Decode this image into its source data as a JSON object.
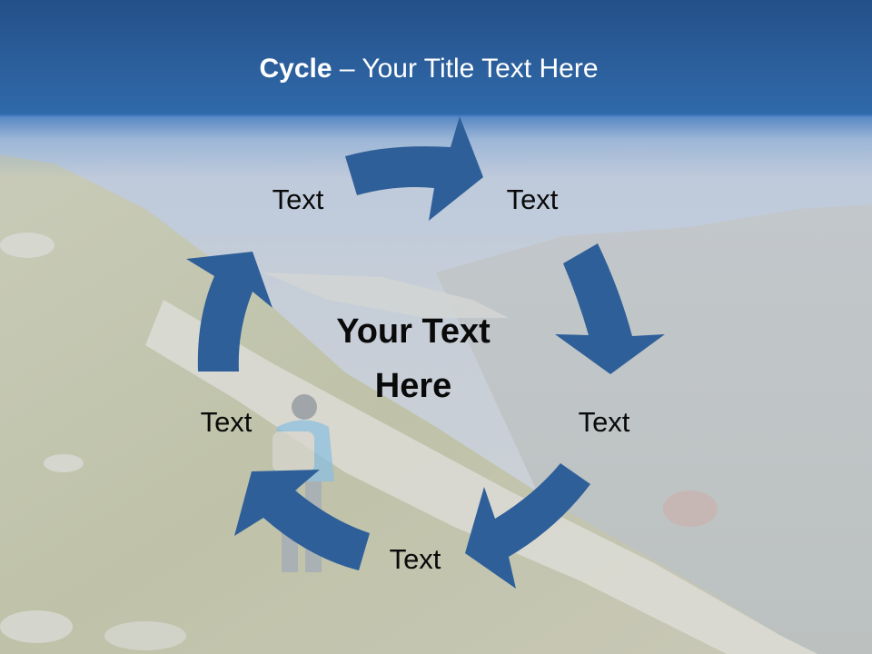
{
  "slide": {
    "title_bold": "Cycle",
    "title_rest": " – Your Title Text Here",
    "center_text_line1": "Your Text",
    "center_text_line2": "Here",
    "cycle_labels": [
      {
        "id": "top-left",
        "text": "Text"
      },
      {
        "id": "top-right",
        "text": "Text"
      },
      {
        "id": "right",
        "text": "Text"
      },
      {
        "id": "bottom",
        "text": "Text"
      },
      {
        "id": "left",
        "text": "Text"
      }
    ],
    "arrow_count": 5,
    "colors": {
      "header": "#2a5c98",
      "arrow": "#2e5f99",
      "title_text": "#ffffff",
      "label_text": "#0a0a0a"
    },
    "background": "faded mountain hiking photo with hiker on trail"
  }
}
